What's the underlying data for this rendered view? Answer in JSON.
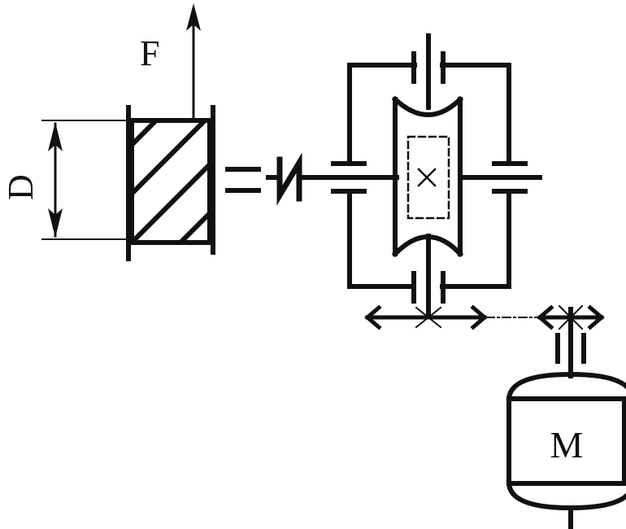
{
  "labels": {
    "force": "F",
    "diameter": "D",
    "motor": "M"
  },
  "colors": {
    "ink": "#111111",
    "background": "#ffffff"
  }
}
